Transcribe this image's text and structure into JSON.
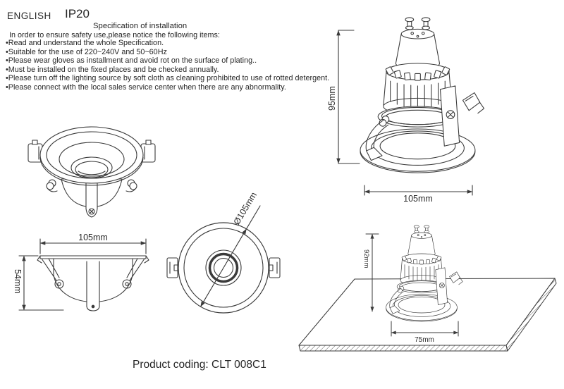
{
  "header": {
    "language": "ENGLISH",
    "ip_rating": "IP20"
  },
  "spec": {
    "title": "Specification of installation",
    "intro": "In order to ensure safety use,please notice the following items:",
    "items": [
      "•Read and understand the whole Specification.",
      "•Suitable for the use of 220~240V and 50~60Hz",
      "•Please wear gloves as installment and avoid rot on the surface of plating..",
      "•Must be installed on the fixed places and be checked annually.",
      "•Please turn off the lighting source by soft cloth as cleaning prohibited to use of rotted detergent.",
      "•Please connect with the local sales service center when there are any abnormality."
    ]
  },
  "dimensions": {
    "side_view_width": "105mm",
    "side_view_height": "54mm",
    "top_view_diameter": "Ø105mm",
    "assembled_height": "95mm",
    "assembled_width": "105mm",
    "installation_height": "92mm",
    "cutout_width": "75mm"
  },
  "footer": {
    "product_coding": "Product coding: CLT 008C1"
  },
  "colors": {
    "line": "#3a3a3a",
    "text": "#262626",
    "background": "#ffffff"
  }
}
